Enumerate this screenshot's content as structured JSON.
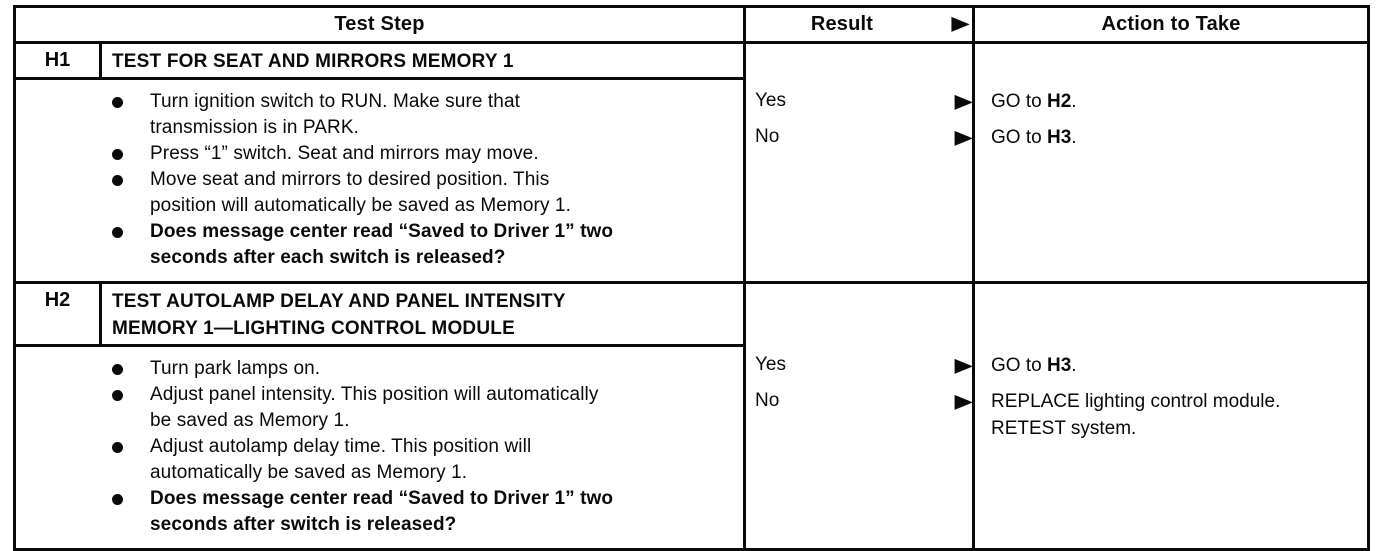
{
  "ink_color": "#0a0a0a",
  "icons": {
    "arrow": "▶"
  },
  "header": {
    "test_step": "Test Step",
    "result": "Result",
    "action": "Action to Take"
  },
  "blocks": [
    {
      "id": "H1",
      "title": "TEST FOR SEAT AND MIRRORS MEMORY 1",
      "bullets": [
        "Turn ignition switch to RUN. Make sure that transmission is in PARK.",
        "Press “1” switch. Seat and mirrors may move.",
        "Move seat and mirrors to desired position. This position will automatically be saved as Memory 1.",
        "Does message center read “Saved to Driver 1” two seconds after each switch is released?"
      ],
      "results": [
        {
          "label": "Yes",
          "action": [
            {
              "t": "GO to "
            },
            {
              "t": "H2"
            },
            {
              "t": "."
            }
          ]
        },
        {
          "label": "No",
          "action": [
            {
              "t": "GO to "
            },
            {
              "t": "H3"
            },
            {
              "t": "."
            }
          ]
        }
      ]
    },
    {
      "id": "H2",
      "title": "TEST AUTOLAMP DELAY AND PANEL INTENSITY MEMORY 1—LIGHTING CONTROL MODULE",
      "bullets": [
        "Turn park lamps on.",
        "Adjust panel intensity. This position will automatically be saved as Memory 1.",
        "Adjust autolamp delay time. This position will automatically be saved as Memory 1.",
        "Does message center read “Saved to Driver 1” two seconds after switch is released?"
      ],
      "results": [
        {
          "label": "Yes",
          "action": [
            {
              "t": "GO to "
            },
            {
              "t": "H3"
            },
            {
              "t": "."
            }
          ]
        },
        {
          "label": "No",
          "action": [
            {
              "t": "REPLACE lighting control module. RETEST system."
            }
          ]
        }
      ]
    }
  ]
}
